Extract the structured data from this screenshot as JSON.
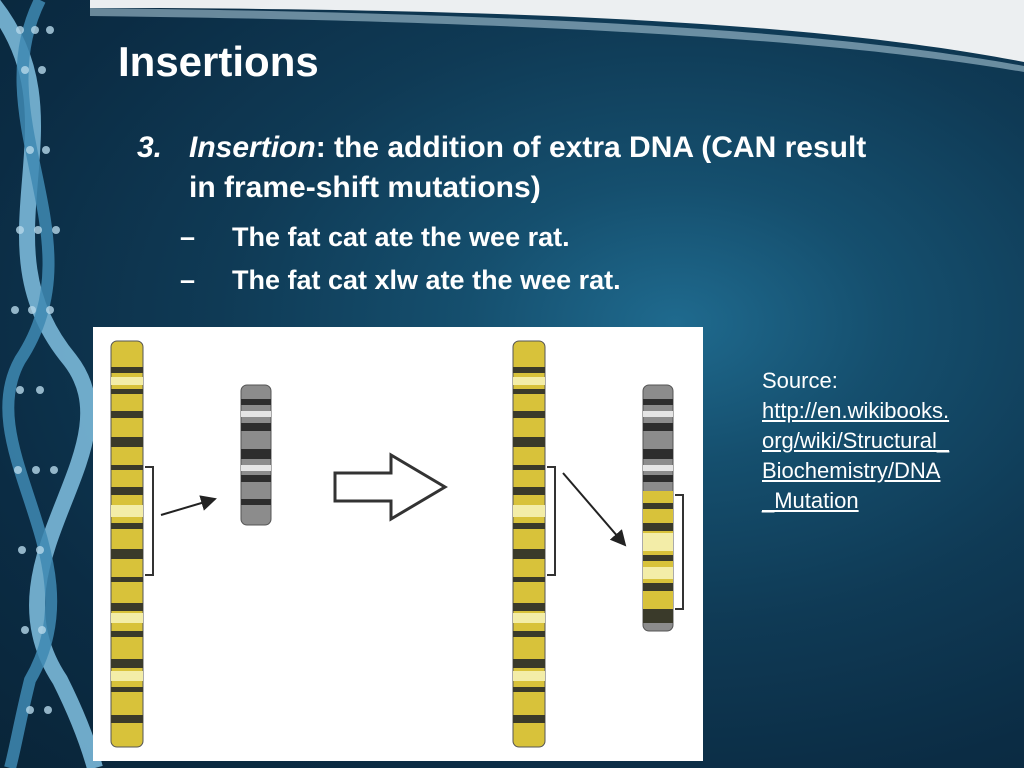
{
  "slide": {
    "title": "Insertions",
    "point": {
      "number": "3.",
      "term": "Insertion",
      "colon": ":",
      "definition": " the addition of extra DNA (CAN result in frame-shift mutations)"
    },
    "examples": [
      {
        "dash": "–",
        "text": "The fat cat ate the wee rat."
      },
      {
        "dash": "–",
        "text": "The fat cat xlw ate the wee rat."
      }
    ],
    "source": {
      "label": "Source:",
      "url": "http://en.wikibooks.org/wiki/Structural_Biochemistry/DNA_Mutation"
    }
  },
  "figure": {
    "description_icons": [
      "chromosome-icon",
      "right-arrow-icon"
    ],
    "colors": {
      "yellow": "#d8c23a",
      "dark": "#3a3a2a",
      "grey": "#8c8c8c",
      "pale": "#f3eda8"
    }
  }
}
